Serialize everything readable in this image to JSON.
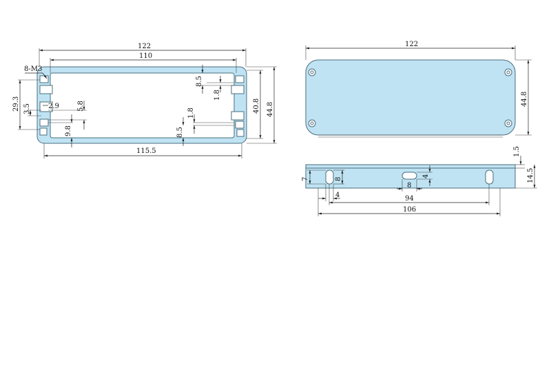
{
  "drawing": {
    "front_view": {
      "width": "122",
      "inner_width": "110",
      "inner_bottom_width": "115.5",
      "height": "44.8",
      "inner_height": "40.8",
      "screw_callout": "8-M3",
      "slot_span": "29.3",
      "slot_gap": "3.5",
      "slot_offset": "2.9",
      "slot_depth": "5.8",
      "slot_bottom": "9.8",
      "rib_upper_pos": "8.5",
      "rib_upper_thk": "1.8",
      "rib_lower_pos": "8.5",
      "rib_lower_thk": "1.8"
    },
    "end_plate_view": {
      "width": "122",
      "height": "44.8"
    },
    "flange_view": {
      "plate_thk": "1.5",
      "height": "14.5",
      "slot_height": "7",
      "slot_len": "8",
      "slot_offset": "4",
      "center_slot_width": "8",
      "center_slot_height": "4",
      "hole_spacing": "94",
      "overall_span": "106"
    }
  }
}
